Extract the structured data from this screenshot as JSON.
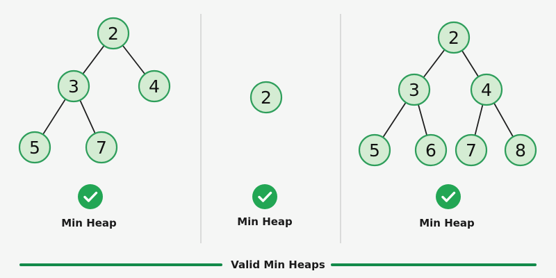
{
  "colors": {
    "node_fill": "#d4ecd3",
    "node_stroke": "#2e9e5b",
    "edge": "#1f1f1f",
    "check_fill": "#22a654",
    "divider": "#c9c9c9",
    "footer_line": "#138a4a"
  },
  "heaps": [
    {
      "caption": "Min Heap",
      "icon": "check-circle-icon",
      "nodes": [
        {
          "id": "a",
          "label": "2"
        },
        {
          "id": "b",
          "label": "3"
        },
        {
          "id": "c",
          "label": "4"
        },
        {
          "id": "d",
          "label": "5"
        },
        {
          "id": "e",
          "label": "7"
        }
      ],
      "edges": [
        [
          "a",
          "b"
        ],
        [
          "a",
          "c"
        ],
        [
          "b",
          "d"
        ],
        [
          "b",
          "e"
        ]
      ]
    },
    {
      "caption": "Min Heap",
      "icon": "check-circle-icon",
      "nodes": [
        {
          "id": "a",
          "label": "2"
        }
      ],
      "edges": []
    },
    {
      "caption": "Min Heap",
      "icon": "check-circle-icon",
      "nodes": [
        {
          "id": "a",
          "label": "2"
        },
        {
          "id": "b",
          "label": "3"
        },
        {
          "id": "c",
          "label": "4"
        },
        {
          "id": "d",
          "label": "5"
        },
        {
          "id": "e",
          "label": "6"
        },
        {
          "id": "f",
          "label": "7"
        },
        {
          "id": "g",
          "label": "8"
        }
      ],
      "edges": [
        [
          "a",
          "b"
        ],
        [
          "a",
          "c"
        ],
        [
          "b",
          "d"
        ],
        [
          "b",
          "e"
        ],
        [
          "c",
          "f"
        ],
        [
          "c",
          "g"
        ]
      ]
    }
  ],
  "footer": {
    "label": "Valid Min Heaps"
  }
}
